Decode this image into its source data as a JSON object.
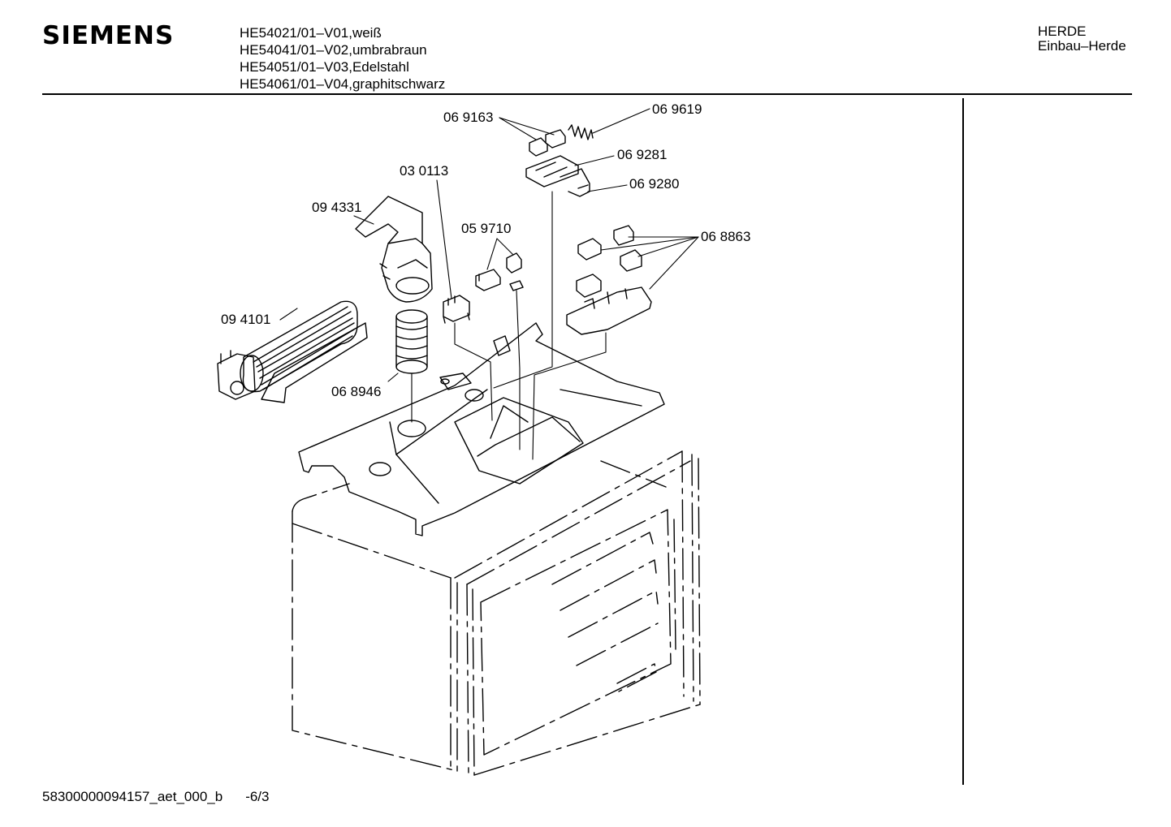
{
  "header": {
    "brand": "SIEMENS",
    "models": [
      "HE54021/01–V01,weiß",
      "HE54041/01–V02,umbrabraun",
      "HE54051/01–V03,Edelstahl",
      "HE54061/01–V04,graphitschwarz"
    ],
    "category": "HERDE",
    "subcategory": "Einbau–Herde"
  },
  "callouts": [
    "06 9163",
    "06 9619",
    "06 9281",
    "06 9280",
    "03 0113",
    "09 4331",
    "05 9710",
    "06 8863",
    "09 4101",
    "06 8946"
  ],
  "footer": {
    "doc_id": "58300000094157_aet_000_b",
    "page": "-6/3"
  }
}
